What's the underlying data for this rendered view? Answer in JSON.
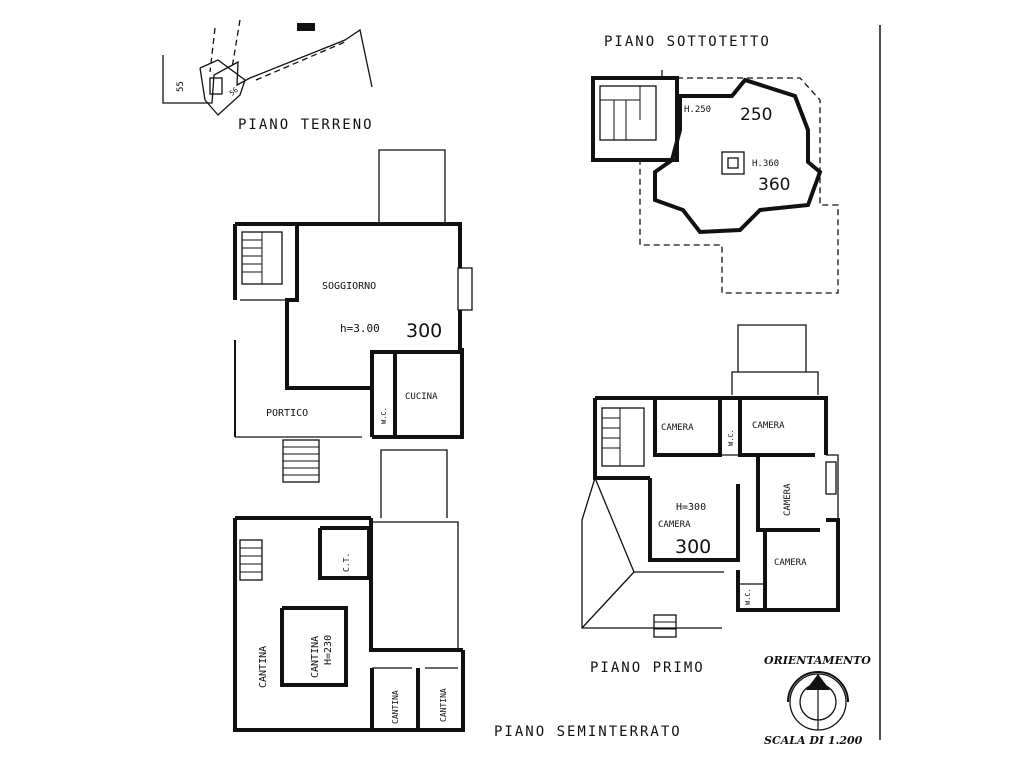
{
  "drawing": {
    "plans": {
      "piano_terreno": {
        "title": "PIANO TERRENO",
        "rooms": {
          "soggiorno": "SOGGIORNO",
          "height_note": "h=3.00",
          "height_value": "300",
          "portico": "PORTICO",
          "cucina": "CUCINA",
          "wc": "W.C."
        }
      },
      "piano_sottotetto": {
        "title": "PIANO SOTTOTETTO",
        "heights": {
          "h1_label": "H.250",
          "h1_value": "250",
          "h2_label": "H.360",
          "h2_value": "360"
        }
      },
      "piano_primo": {
        "title": "PIANO PRIMO",
        "rooms": {
          "camera1": "CAMERA",
          "camera2": "CAMERA",
          "camera3": "CAMERA",
          "camera4": "CAMERA",
          "camera5": "CAMERA",
          "height_note": "H=300",
          "height_value": "300",
          "wc1": "W.C.",
          "wc2": "W.C."
        }
      },
      "piano_seminterrato": {
        "title": "PIANO SEMINTERRATO",
        "rooms": {
          "cantina1": "CANTINA",
          "cantina2": "CANTINA",
          "cantina2_height": "H=230",
          "cantina3": "CANTINA",
          "cantina4": "CANTINA",
          "ct": "C.T."
        }
      }
    },
    "site_plan": {
      "parcel_number": "55",
      "building_number": "56"
    },
    "orientation": {
      "label": "ORIENTAMENTO"
    },
    "scale": {
      "label": "SCALA DI 1.200"
    }
  }
}
